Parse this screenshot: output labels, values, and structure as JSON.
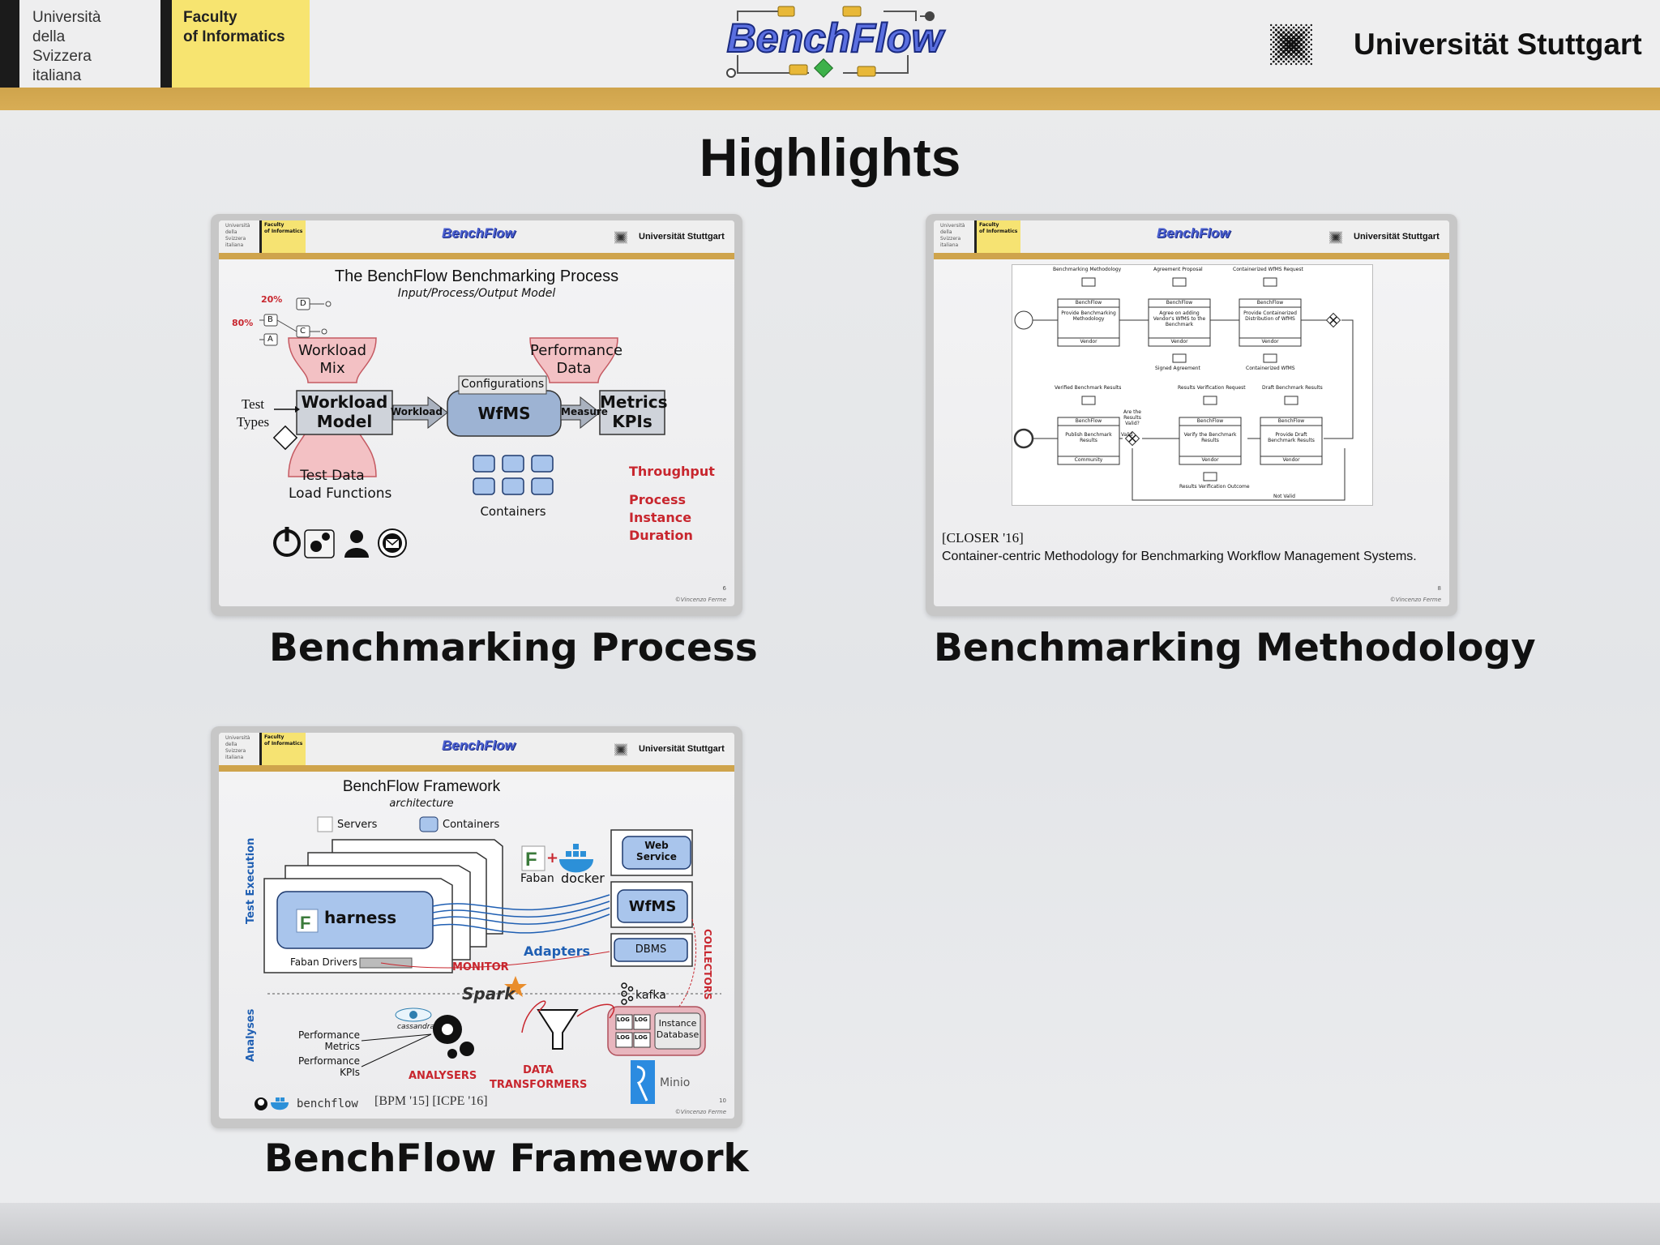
{
  "header": {
    "university_left": [
      "Università",
      "della",
      "Svizzera",
      "italiana"
    ],
    "faculty": [
      "Faculty",
      "of Informatics"
    ],
    "logo_text": "BenchFlow",
    "university_right": "Universität Stuttgart"
  },
  "title": "Highlights",
  "thumbnails": [
    {
      "caption": "Benchmarking Process",
      "heading": "The BenchFlow Benchmarking Process",
      "subheading": "Input/Process/Output Model",
      "pct_20": "20%",
      "pct_80": "80%",
      "mix_nodes": [
        "D",
        "B",
        "C",
        "A"
      ],
      "workload_mix": [
        "Workload",
        "Mix"
      ],
      "test_types": [
        "Test",
        "Types"
      ],
      "workload_model": [
        "Workload",
        "Model"
      ],
      "workload_arrow": "Workload",
      "configurations": "Configurations",
      "wfms": "WfMS",
      "measure_arrow": "Measure",
      "performance_data": [
        "Performance",
        "Data"
      ],
      "metrics_kpis": [
        "Metrics",
        "KPIs"
      ],
      "test_data": [
        "Test Data",
        "Load Functions"
      ],
      "containers": "Containers",
      "throughput": "Throughput",
      "process_duration": [
        "Process",
        "Instance",
        "Duration"
      ],
      "page_no": "6",
      "credit": "©Vincenzo Ferme"
    },
    {
      "caption": "Benchmarking Methodology",
      "bpmn_top_labels": [
        "Benchmarking Methodology",
        "Agreement Proposal",
        "Containerized WfMS Request"
      ],
      "bpmn_top_tasks": [
        {
          "owner": "BenchFlow",
          "text": "Provide Benchmarking Methodology",
          "lane": "Vendor"
        },
        {
          "owner": "BenchFlow",
          "text": "Agree on adding Vendor's WfMS to the Benchmark",
          "lane": "Vendor"
        },
        {
          "owner": "BenchFlow",
          "text": "Provide Containerized Distribution of WfMS",
          "lane": "Vendor"
        }
      ],
      "bpmn_mid_labels": [
        "Signed Agreement",
        "Containerized WfMS"
      ],
      "bpmn_bottom_labels": [
        "Verified Benchmark Results",
        "Results Verification Request",
        "Draft Benchmark Results"
      ],
      "bpmn_bottom_tasks": [
        {
          "owner": "BenchFlow",
          "text": "Publish Benchmark Results",
          "lane": "Community"
        },
        {
          "owner": "BenchFlow",
          "text": "Verify the Benchmark Results",
          "lane": "Vendor"
        },
        {
          "owner": "BenchFlow",
          "text": "Provide Draft Benchmark Results",
          "lane": "Vendor"
        }
      ],
      "gateway_question": "Are the Results Valid?",
      "valid_label": "Valid",
      "not_valid_label": "Not Valid",
      "outcome_label": "Results Verification Outcome",
      "citation": "[CLOSER '16]",
      "paper_title": "Container-centric Methodology for Benchmarking Workflow Management Systems.",
      "page_no": "8",
      "credit": "©Vincenzo Ferme"
    },
    {
      "caption": "BenchFlow Framework",
      "heading": "BenchFlow Framework",
      "subheading": "architecture",
      "legend_servers": "Servers",
      "legend_containers": "Containers",
      "test_execution": "Test Execution",
      "analyses": "Analyses",
      "harness": "harness",
      "faban_drivers": "Faban Drivers",
      "faban": "Faban",
      "docker": "docker",
      "web_service": [
        "Web",
        "Service"
      ],
      "wfms": "WfMS",
      "dbms": "DBMS",
      "adapters": "Adapters",
      "monitor": "MONITOR",
      "collectors": "COLLECTORS",
      "spark": "Spark",
      "kafka": "kafka",
      "cassandra": "cassandra",
      "perf_metrics": [
        "Performance",
        "Metrics"
      ],
      "perf_kpis": [
        "Performance",
        "KPIs"
      ],
      "analysers": "ANALYSERS",
      "data_transformers": [
        "DATA",
        "TRANSFORMERS"
      ],
      "log": "LOG",
      "instance_db": [
        "Instance",
        "Database"
      ],
      "minio": "Minio",
      "github": "benchflow",
      "citations": "[BPM '15] [ICPE '16]",
      "page_no": "10",
      "credit": "©Vincenzo Ferme"
    }
  ],
  "colors": {
    "gold": "#cfa44c",
    "faculty_yellow": "#f7e470",
    "benchflow_blue": "#4a5fd0",
    "red_text": "#c8262e",
    "blue_text": "#1f5fb3",
    "pink_shape": "#f3c1c4"
  }
}
